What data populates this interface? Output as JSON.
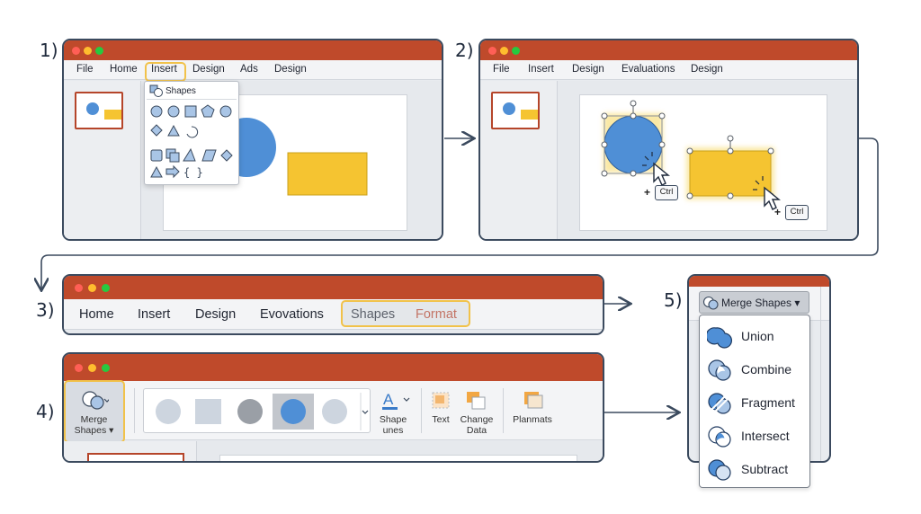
{
  "steps": {
    "s1": "1)",
    "s2": "2)",
    "s3": "3)",
    "s4": "4)",
    "s5": "5)"
  },
  "panel1": {
    "menu": [
      "File",
      "Home",
      "Insert",
      "Design",
      "Ads",
      "Design"
    ],
    "dropdown_title": "Shapes"
  },
  "panel2": {
    "menu": [
      "File",
      "Insert",
      "Design",
      "Evaluations",
      "Design"
    ],
    "key_label": "Ctrl",
    "plus": "+"
  },
  "panel3": {
    "menu": [
      "Home",
      "Insert",
      "Design",
      "Evovations",
      "Shapes",
      "Format"
    ]
  },
  "panel4": {
    "merge_label_1": "Merge",
    "merge_label_2": "Shapes ▾",
    "shape_lines_1": "Shape",
    "shape_lines_2": "unes",
    "text_label": "Text",
    "change_data_1": "Change",
    "change_data_2": "Data",
    "planmats": "Planmats"
  },
  "panel5": {
    "button_label": "Merge Shapes ▾",
    "options": [
      "Union",
      "Combine",
      "Fragment",
      "Intersect",
      "Subtract"
    ]
  },
  "colors": {
    "titlebar": "#bf4a2b",
    "highlight": "#f1c24a",
    "shape_blue": "#4f8fd6",
    "shape_yellow": "#f5c431",
    "format_text": "#c0442a"
  }
}
